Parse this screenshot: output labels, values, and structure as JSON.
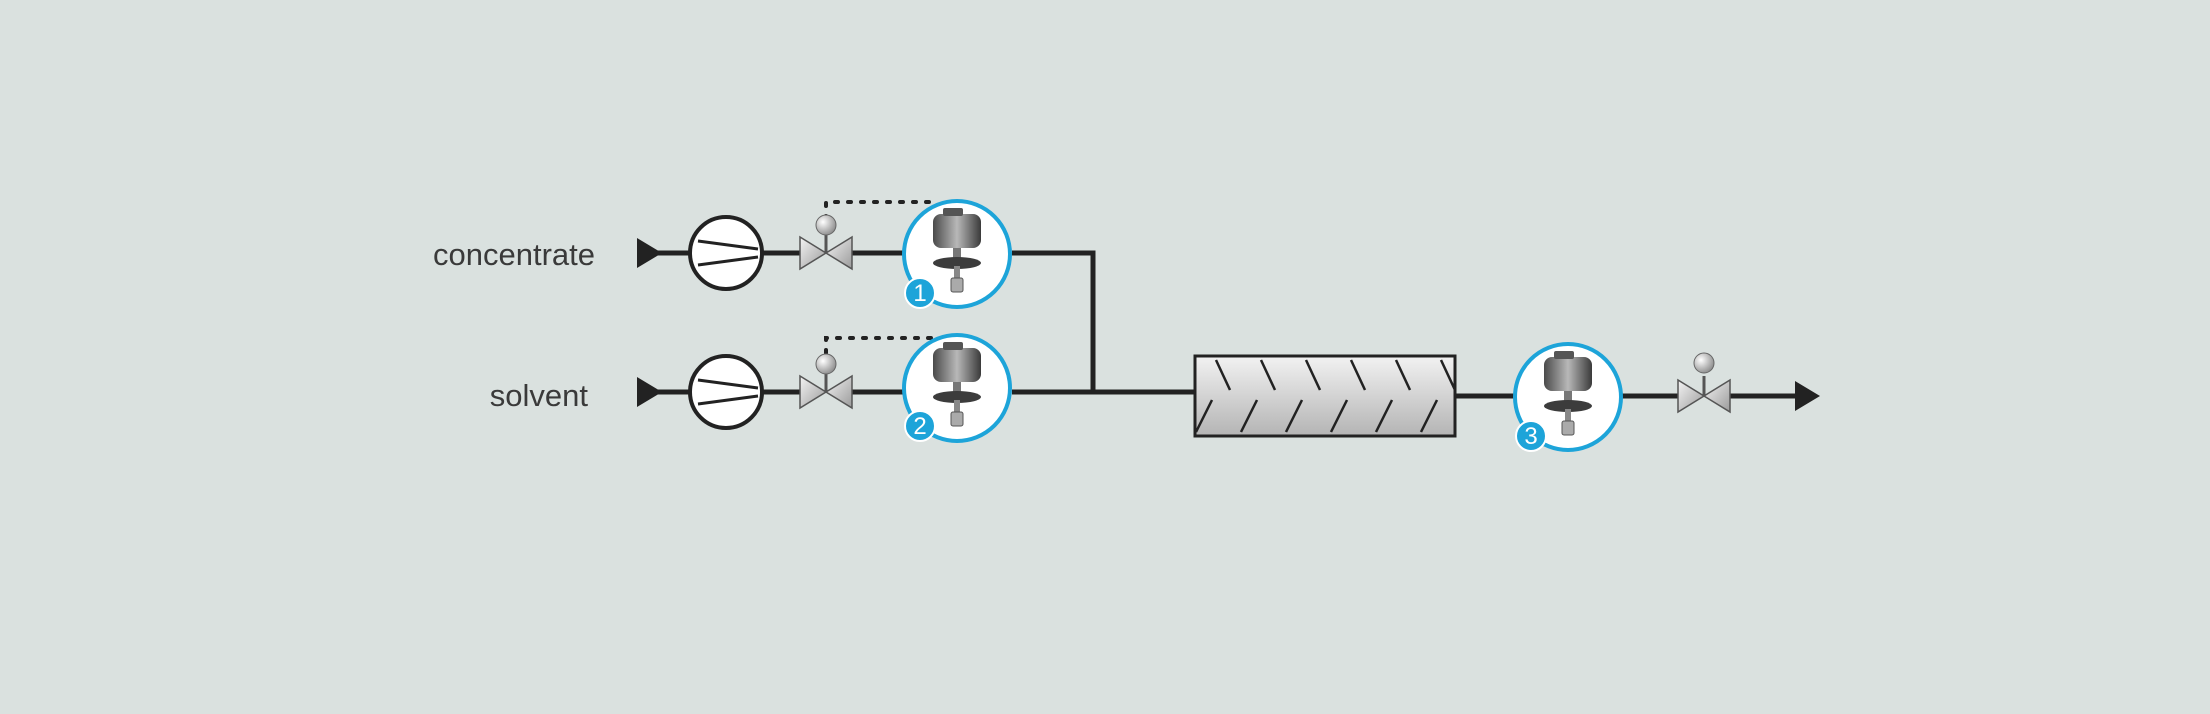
{
  "diagram": {
    "background": "#dae1df",
    "accent": "#1da4d9",
    "line_color": "#222222",
    "inputs": [
      {
        "label": "concentrate"
      },
      {
        "label": "solvent"
      }
    ],
    "meters": [
      {
        "number": "1"
      },
      {
        "number": "2"
      },
      {
        "number": "3"
      }
    ],
    "icons": {
      "pump": "pump-icon",
      "valve": "control-valve-icon",
      "meter": "flow-meter-icon",
      "mixer": "static-mixer-icon",
      "arrow": "flow-arrow-icon"
    }
  }
}
